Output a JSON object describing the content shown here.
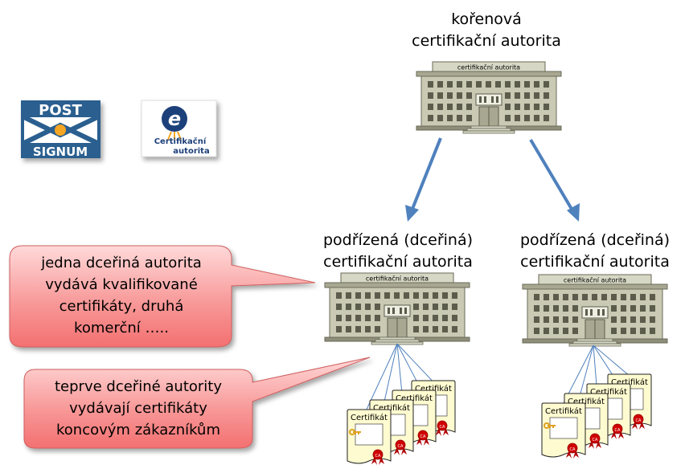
{
  "root": {
    "label_line1": "kořenová",
    "label_line2": "certifikační autorita",
    "building_sign": "certifikační autorita"
  },
  "sub_left": {
    "label_line1": "podřízená (dceřiná)",
    "label_line2": "certifikační autorita",
    "building_sign": "certifikační autorita"
  },
  "sub_right": {
    "label_line1": "podřízená (dceřiná)",
    "label_line2": "certifikační autorita",
    "building_sign": "certifikační autorita"
  },
  "logos": {
    "postsignum_line1": "POST",
    "postsignum_line2": "SIGNUM",
    "eca_letter": "e",
    "eca_line1": "Certifikační",
    "eca_line2": "autorita"
  },
  "certificate_label": "Certifikát",
  "certificate_seal": "CA",
  "callouts": {
    "top_line1": "jedna dceřiná autorita",
    "top_line2": "vydává kvalifikované",
    "top_line3": "certifikáty, druhá",
    "top_line4": "komerční …..",
    "bottom_line1": "teprve dceřiné autority",
    "bottom_line2": "vydávají certifikáty",
    "bottom_line3": "koncovým zákazníkům"
  },
  "colors": {
    "arrow": "#4f81bd",
    "building_wall": "#c9c9b4",
    "building_dark": "#5c5c4c",
    "callout_fill": "#f47a7a",
    "certificate_fill": "#fffbd0"
  }
}
